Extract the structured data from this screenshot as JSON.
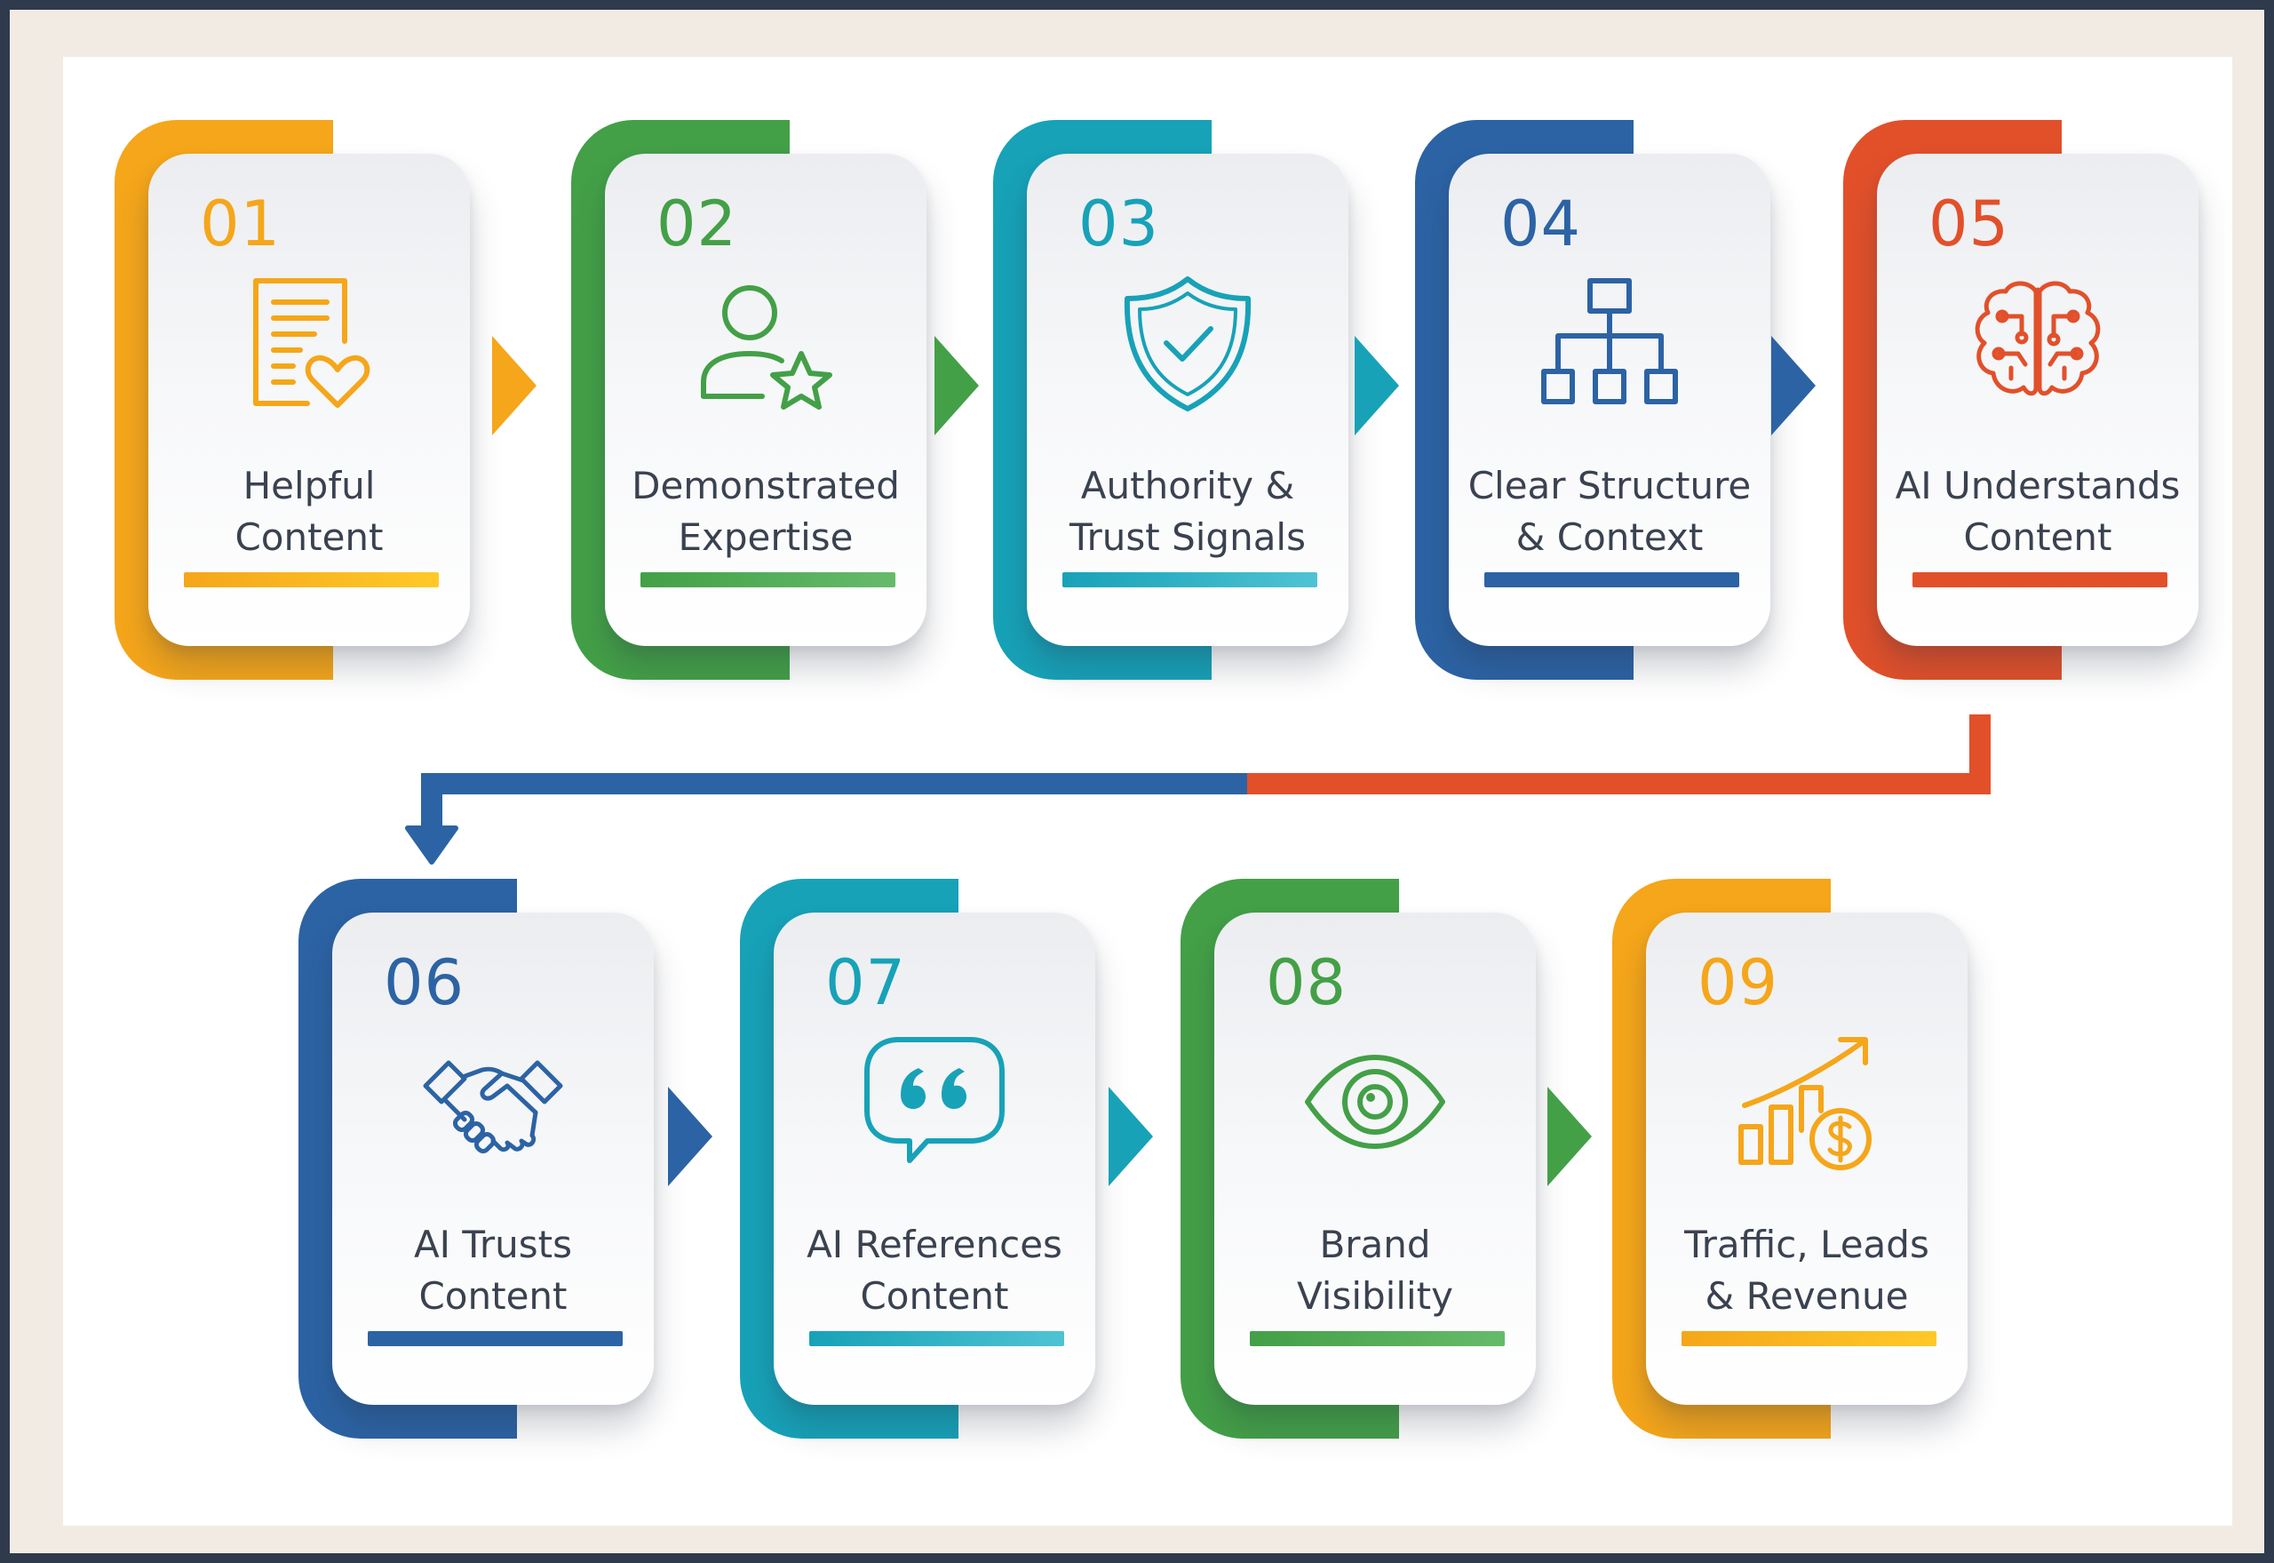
{
  "steps": [
    {
      "number": "01",
      "label_line1": "Helpful",
      "label_line2": "Content",
      "icon": "document-heart-icon",
      "color": "#f5a61a",
      "color_light": "#ffc928"
    },
    {
      "number": "02",
      "label_line1": "Demonstrated",
      "label_line2": "Expertise",
      "icon": "user-star-icon",
      "color": "#43a047",
      "color_light": "#66bb6a"
    },
    {
      "number": "03",
      "label_line1": "Authority &",
      "label_line2": "Trust Signals",
      "icon": "shield-check-icon",
      "color": "#17a2b8",
      "color_light": "#4fc3d3"
    },
    {
      "number": "04",
      "label_line1": "Clear Structure",
      "label_line2": "& Context",
      "icon": "hierarchy-icon",
      "color": "#2c63a4",
      "color_light": "#2c63a4"
    },
    {
      "number": "05",
      "label_line1": "AI Understands",
      "label_line2": "Content",
      "icon": "brain-icon",
      "color": "#e2502a",
      "color_light": "#e2502a"
    },
    {
      "number": "06",
      "label_line1": "AI Trusts",
      "label_line2": "Content",
      "icon": "handshake-icon",
      "color": "#2c63a4",
      "color_light": "#2c63a4"
    },
    {
      "number": "07",
      "label_line1": "AI References",
      "label_line2": "Content",
      "icon": "quote-bubble-icon",
      "color": "#17a2b8",
      "color_light": "#4fc3d3"
    },
    {
      "number": "08",
      "label_line1": "Brand",
      "label_line2": "Visibility",
      "icon": "eye-icon",
      "color": "#43a047",
      "color_light": "#66bb6a"
    },
    {
      "number": "09",
      "label_line1": "Traffic, Leads",
      "label_line2": "& Revenue",
      "icon": "growth-chart-dollar-icon",
      "color": "#f5a61a",
      "color_light": "#ffc928"
    }
  ],
  "colors": {
    "background_outer": "#2f3b4c",
    "background_frame": "#f1ebe4",
    "canvas": "#ffffff",
    "label_text": "#3a4250",
    "connector_blue": "#2c63a4",
    "connector_red": "#e2502a"
  }
}
